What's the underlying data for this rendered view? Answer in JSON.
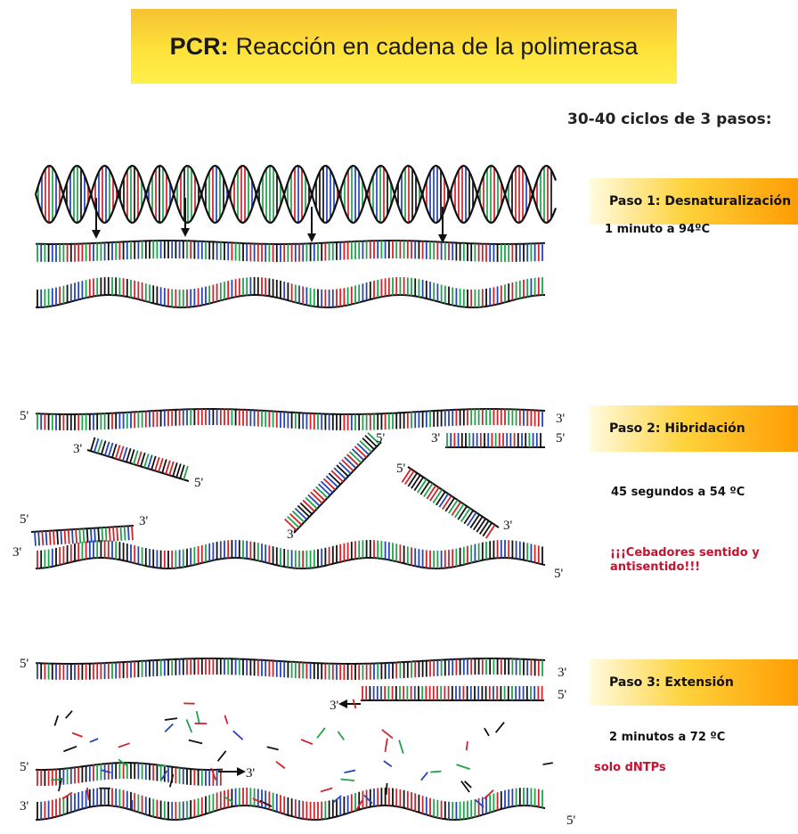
{
  "title": {
    "bold": "PCR:",
    "text": "Reacción en cadena de la polimerasa"
  },
  "cycles_header": "30-40 ciclos de 3 pasos:",
  "steps": [
    {
      "label": "Paso 1: Desnaturalización",
      "note": "1 minuto a 94ºC"
    },
    {
      "label": "Paso 2: Hibridación",
      "note": "45 segundos a 54 ºC",
      "note2": "¡¡¡Cebadores sentido y antisentido!!!"
    },
    {
      "label": "Paso 3: Extensión",
      "note": "2 minutos a 72 ºC",
      "note2": "solo dNTPs"
    }
  ],
  "end_labels": {
    "five": "5'",
    "three": "3'"
  },
  "colors": {
    "base_red": "#d1232a",
    "base_green": "#1fa34a",
    "base_blue": "#2544b8",
    "base_black": "#111111",
    "note_red": "#c4122f"
  }
}
